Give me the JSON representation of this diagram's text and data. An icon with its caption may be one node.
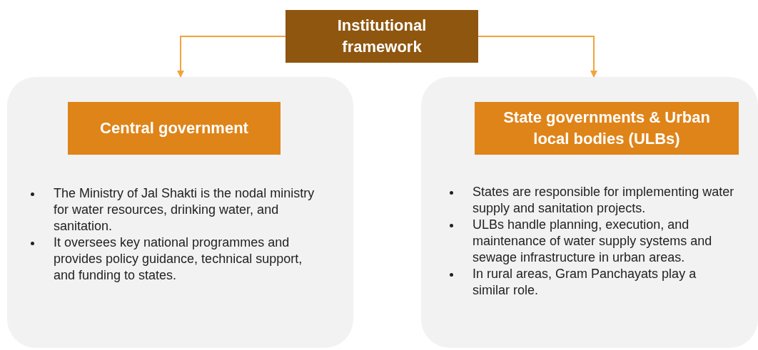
{
  "diagram": {
    "nodes": [
      {
        "text": [
          "Institutional framework"
        ]
      },
      {
        "text": [
          "The Ministry of Jal Shakti is the nodal ministry for water resources, drinking water, and sanitation.",
          "It oversees key national programmes and provides policy guidance, technical support, and funding to states."
        ]
      },
      {
        "text": [
          "Central government"
        ],
        "in": 1
      },
      {
        "text": [
          "States are responsible for implementing water supply and sanitation projects.",
          "ULBs handle planning, execution, and maintenance of water supply systems and sewage infrastructure in urban areas.",
          "In rural areas, Gram Panchayats play a similar role."
        ]
      },
      {
        "text": [
          "State governments & Urban local bodies (ULBs)"
        ],
        "in": 3
      }
    ],
    "edges": [
      {
        "from": 0,
        "to": 1,
        "arrow": "to"
      },
      {
        "from": 0,
        "to": 3,
        "arrow": "to"
      }
    ]
  }
}
